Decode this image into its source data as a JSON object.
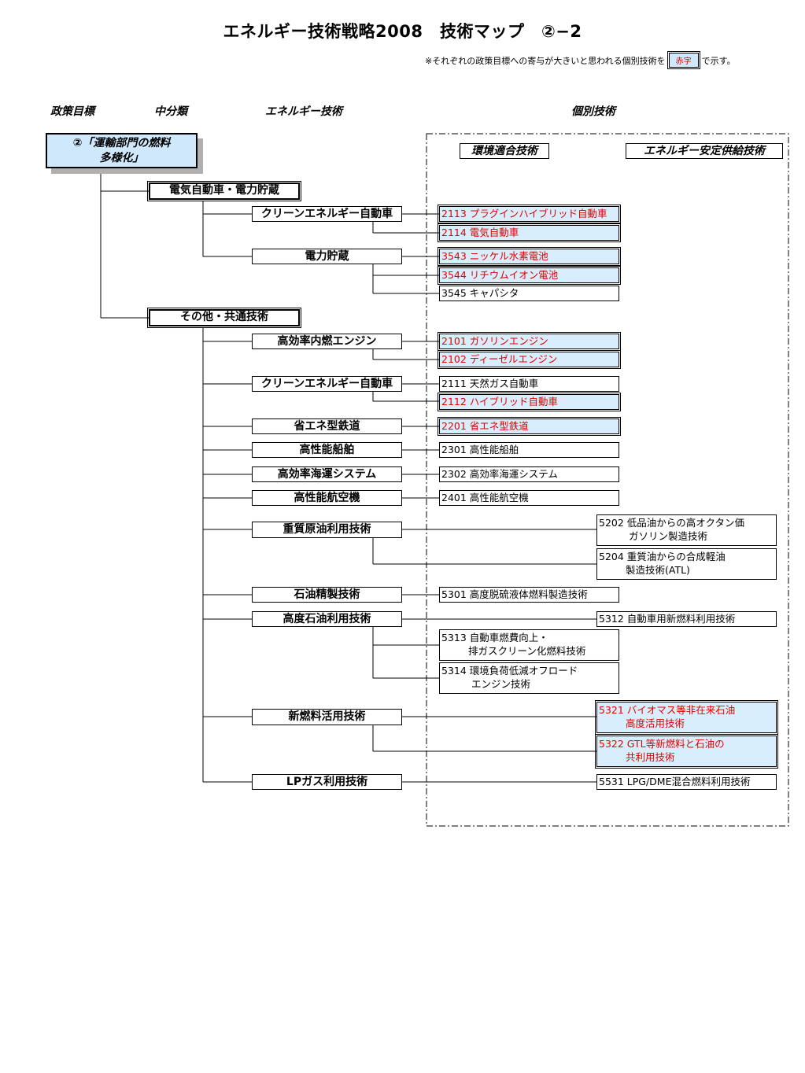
{
  "title": "エネルギー技術戦略2008　技術マップ　②−2",
  "note": {
    "prefix": "※それぞれの政策目標への寄与が大きいと思われる個別技術を",
    "label": "赤字",
    "suffix": "で示す。"
  },
  "column_headers": {
    "policy": "政策目標",
    "middle": "中分類",
    "energy": "エネルギー技術",
    "individual": "個別技術"
  },
  "categories": {
    "environment": "環境適合技術",
    "supply": "エネルギー安定供給技術"
  },
  "policy_goal": {
    "line1": "②「運輸部門の燃料",
    "line2": "多様化」"
  },
  "middle": [
    "電気自動車・電力貯蔵",
    "その他・共通技術"
  ],
  "energy_tech": [
    "クリーンエネルギー自動車",
    "電力貯蔵",
    "高効率内燃エンジン",
    "クリーンエネルギー自動車",
    "省エネ型鉄道",
    "高性能船舶",
    "高効率海運システム",
    "高性能航空機",
    "重質原油利用技術",
    "石油精製技術",
    "高度石油利用技術",
    "新燃料活用技術",
    "LPガス利用技術"
  ],
  "individual": [
    {
      "line1": "2113 プラグインハイブリッド自動車",
      "highlight": true
    },
    {
      "line1": "2114 電気自動車",
      "highlight": true
    },
    {
      "line1": "3543 ニッケル水素電池",
      "highlight": true
    },
    {
      "line1": "3544 リチウムイオン電池",
      "highlight": true
    },
    {
      "line1": "3545 キャパシタ",
      "highlight": false
    },
    {
      "line1": "2101 ガソリンエンジン",
      "highlight": true
    },
    {
      "line1": "2102 ディーゼルエンジン",
      "highlight": true
    },
    {
      "line1": "2111 天然ガス自動車",
      "highlight": false
    },
    {
      "line1": "2112 ハイブリッド自動車",
      "highlight": true
    },
    {
      "line1": "2201 省エネ型鉄道",
      "highlight": true
    },
    {
      "line1": "2301 高性能船舶",
      "highlight": false
    },
    {
      "line1": "2302 高効率海運システム",
      "highlight": false
    },
    {
      "line1": "2401 高性能航空機",
      "highlight": false
    },
    {
      "line1": "5202 低品油からの高オクタン価",
      "line2": "ガソリン製造技術",
      "highlight": false
    },
    {
      "line1": "5204 重質油からの合成軽油",
      "line2": "製造技術(ATL)",
      "highlight": false
    },
    {
      "line1": "5301 高度脱硫液体燃料製造技術",
      "highlight": false
    },
    {
      "line1": "5312 自動車用新燃料利用技術",
      "highlight": false
    },
    {
      "line1": "5313 自動車燃費向上・",
      "line2": "排ガスクリーン化燃料技術",
      "highlight": false
    },
    {
      "line1": "5314 環境負荷低減オフロード",
      "line2": "エンジン技術",
      "highlight": false
    },
    {
      "line1": "5321 バイオマス等非在来石油",
      "line2": "高度活用技術",
      "highlight": true
    },
    {
      "line1": "5322 GTL等新燃料と石油の",
      "line2": "共利用技術",
      "highlight": true
    },
    {
      "line1": "5531 LPG/DME混合燃料利用技術",
      "highlight": false
    }
  ],
  "colors": {
    "highlight_text": "#e00000",
    "highlight_fill": "#d9eefc",
    "policy_fill": "#cfe8fb"
  }
}
